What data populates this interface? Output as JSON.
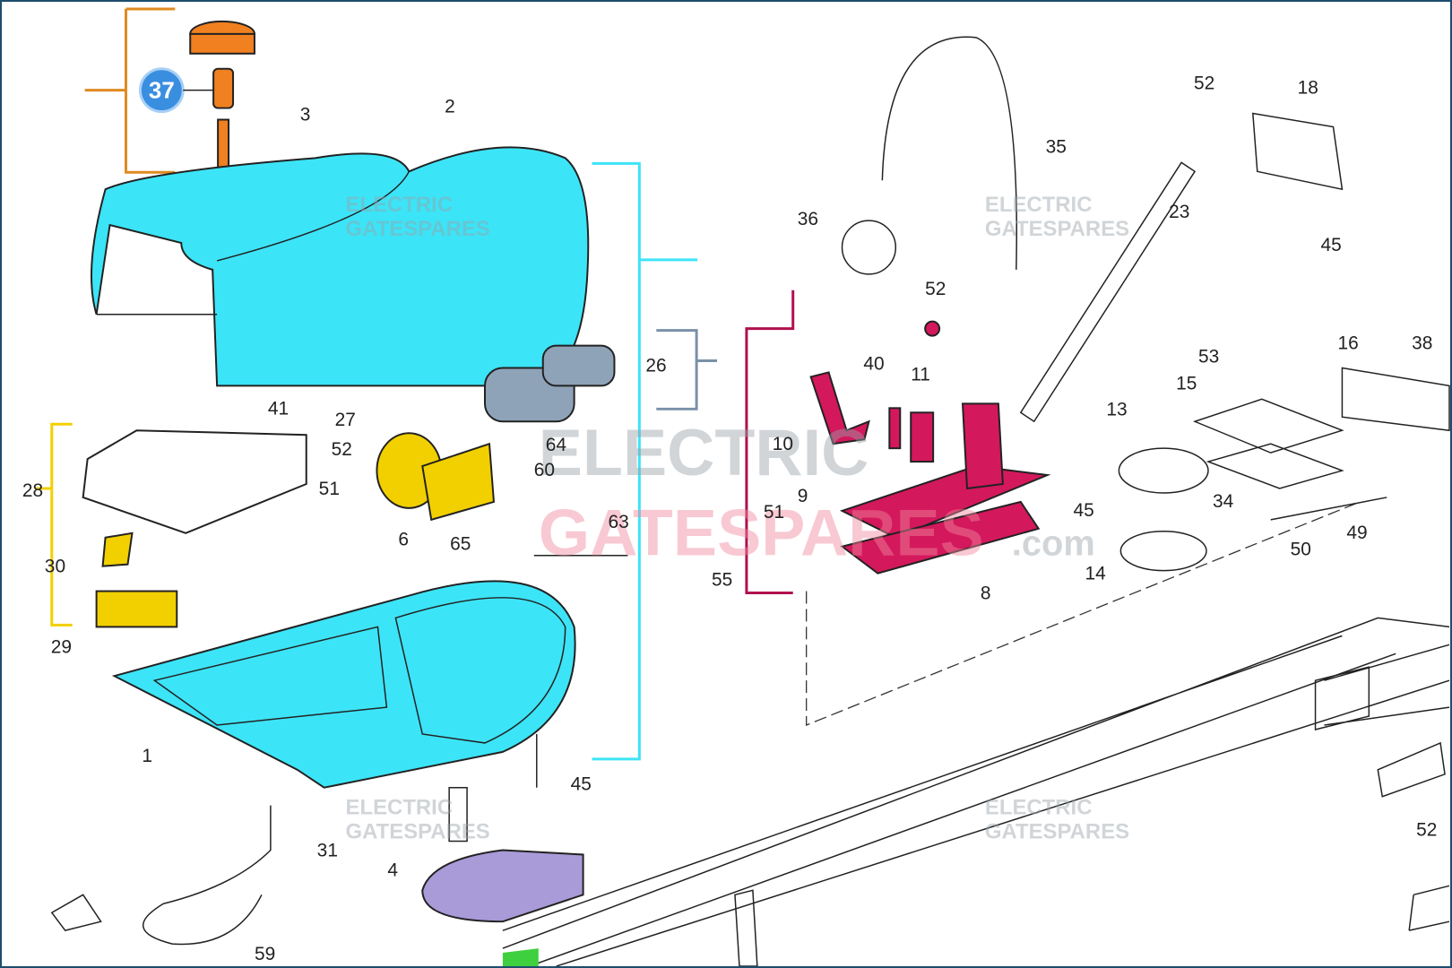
{
  "diagram": {
    "title": "Exploded parts diagram",
    "watermark": {
      "line1": "ELECTRIC",
      "line2": "GATESPARES",
      "suffix": ".com"
    },
    "highlight_badge": "37",
    "labels": [
      "3",
      "2",
      "35",
      "36",
      "52",
      "18",
      "23",
      "45",
      "26",
      "41",
      "27",
      "52",
      "64",
      "60",
      "51",
      "63",
      "6",
      "65",
      "28",
      "30",
      "29",
      "52",
      "40",
      "11",
      "10",
      "9",
      "51",
      "55",
      "8",
      "45",
      "13",
      "15",
      "53",
      "16",
      "38",
      "34",
      "49",
      "50",
      "14",
      "1",
      "45",
      "31",
      "4",
      "59",
      "52"
    ],
    "colors": {
      "cover": "#3ce4f7",
      "knob": "#f08020",
      "capacitor": "#f2d000",
      "trolley": "#d4185c",
      "pulley_plate": "#a99ad8",
      "motor": "#8fa3b8",
      "frame": "#1d4d6e"
    }
  }
}
